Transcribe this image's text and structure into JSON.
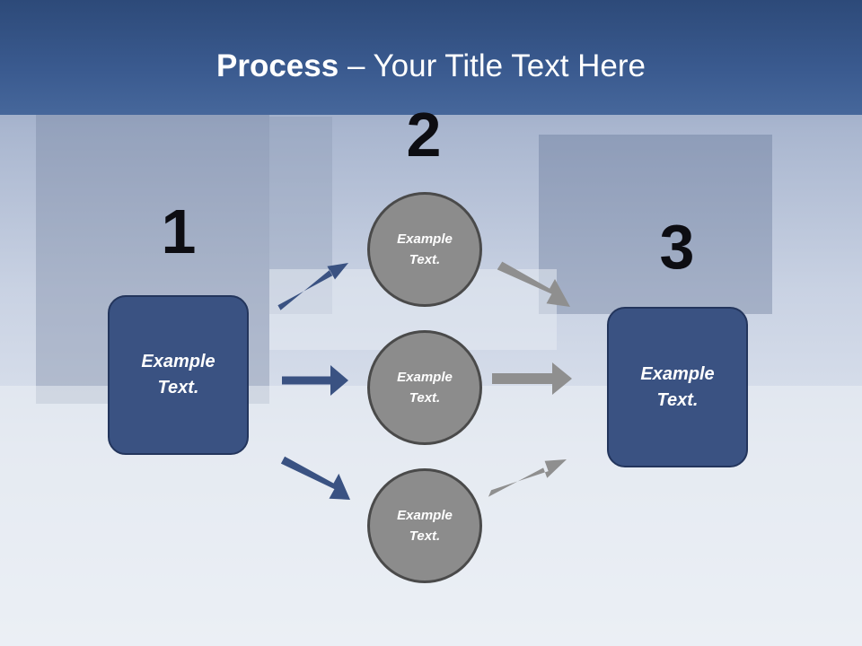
{
  "title": {
    "bold": "Process",
    "rest": " – Your Title Text Here"
  },
  "steps": [
    {
      "number": "1",
      "label": "Example\nText."
    },
    {
      "number": "2",
      "circles": [
        {
          "label": "Example\nText."
        },
        {
          "label": "Example\nText."
        },
        {
          "label": "Example\nText."
        }
      ]
    },
    {
      "number": "3",
      "label": "Example\nText."
    }
  ],
  "colors": {
    "header": "#3a5a8f",
    "box": "#3a5282",
    "circle": "#8c8c8c",
    "arrow_blue": "#3a5282",
    "arrow_gray": "#8f8f8f"
  }
}
